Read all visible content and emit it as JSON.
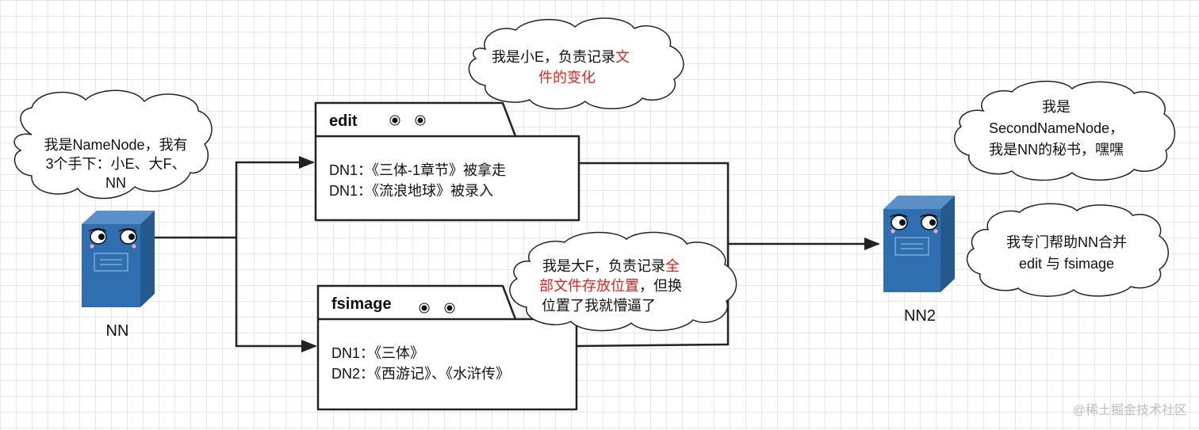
{
  "nodes": {
    "nn": {
      "label": "NN"
    },
    "nn2": {
      "label": "NN2"
    }
  },
  "bubbles": {
    "nn": {
      "lines": [
        "我是NameNode，我有",
        "3个手下：小E、大F、",
        "NN"
      ]
    },
    "edit": {
      "line1_black": "我是小E，负责记录",
      "line1_red": "文",
      "line2_red": "件的变化"
    },
    "fsimage": {
      "line1_black": "我是大F，负责记录",
      "line1_red": "全",
      "line2_red": "部文件存放位置",
      "line2_black": "，但换",
      "line3_black": "位置了我就懵逼了"
    },
    "secondary_intro": {
      "lines": [
        "我是",
        "SecondNameNode，",
        "我是NN的秘书，嘿嘿"
      ]
    },
    "secondary_role": {
      "lines": [
        "我专门帮助NN合并",
        "edit 与 fsimage"
      ]
    }
  },
  "folders": {
    "edit": {
      "title": "edit",
      "lines": [
        "DN1：《三体-1章节》被拿走",
        "DN1：《流浪地球》被录入"
      ]
    },
    "fsimage": {
      "title": "fsimage",
      "lines": [
        "DN1：《三体》",
        "DN2：《西游记》、《水浒传》"
      ]
    }
  },
  "watermark": "@稀土掘金技术社区",
  "colors": {
    "server_blue": "#2f6fb0",
    "server_dark": "#245a90",
    "accent_red": "#e0231c",
    "line": "#222222"
  }
}
